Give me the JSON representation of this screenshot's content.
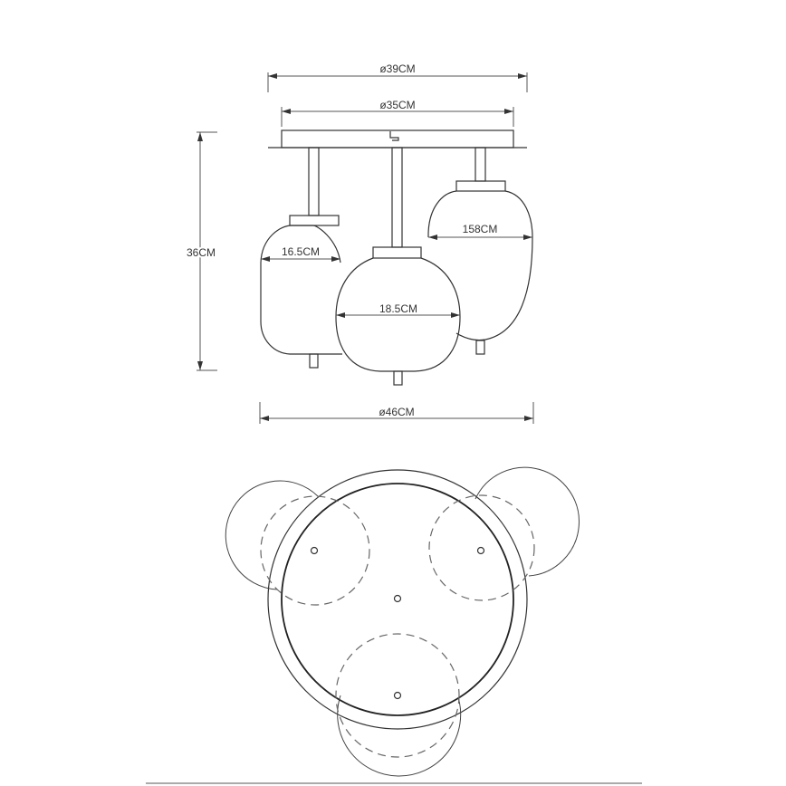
{
  "drawing": {
    "title": "Ceiling lamp dimension drawing",
    "colors": {
      "line": "#333333",
      "dash": "#666666",
      "background": "#ffffff"
    },
    "side_view": {
      "dimensions": {
        "outer_canopy": "ø39CM",
        "inner_canopy": "ø35CM",
        "height": "36CM",
        "overall_width": "ø46CM"
      },
      "shades": [
        {
          "position": "left",
          "width_label": "16.5CM"
        },
        {
          "position": "center",
          "width_label": "18.5CM"
        },
        {
          "position": "right",
          "width_label": "158CM"
        }
      ]
    },
    "top_view": {
      "shade_count": 3,
      "mount_points": 4
    }
  }
}
